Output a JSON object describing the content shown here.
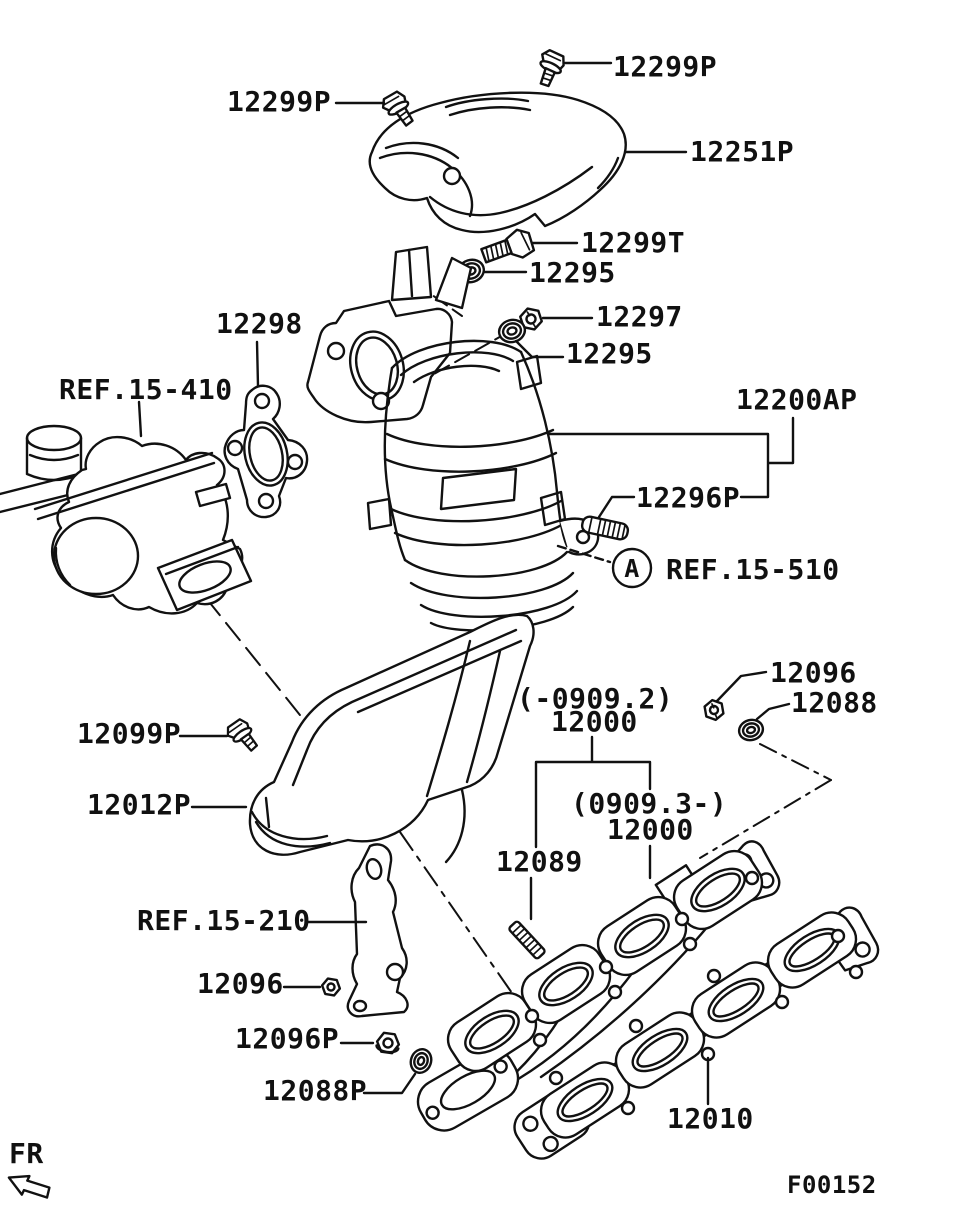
{
  "diagram": {
    "figure_code": "F00152",
    "direction_label": "FR",
    "detail_marker": "A",
    "callouts": {
      "bolt_top_right": "12299P",
      "bolt_top_left": "12299P",
      "heat_shield_upper": "12251P",
      "bolt_converter": "12299T",
      "washer_upper": "12295",
      "nut_converter": "12297",
      "washer_lower": "12295",
      "gasket_turbo": "12298",
      "ref_turbocharger": "REF.15-410",
      "converter_assembly": "12200AP",
      "stud_converter": "12296P",
      "ref_exhaust_pipe": "REF.15-510",
      "nut_manifold_upper": "12096",
      "washer_manifold_upper": "12088",
      "bolt_heat_shield": "12099P",
      "manifold_early_range": "(-0909.2)",
      "manifold_early": "12000",
      "manifold_late_range": "(0909.3-)",
      "manifold_late": "12000",
      "stud_manifold": "12089",
      "heat_shield_lower": "12012P",
      "ref_stay": "REF.15-210",
      "nut_stay": "12096",
      "nut_manifold_lower": "12096P",
      "washer_manifold_lower": "12088P",
      "gasket_manifold": "12010"
    }
  }
}
